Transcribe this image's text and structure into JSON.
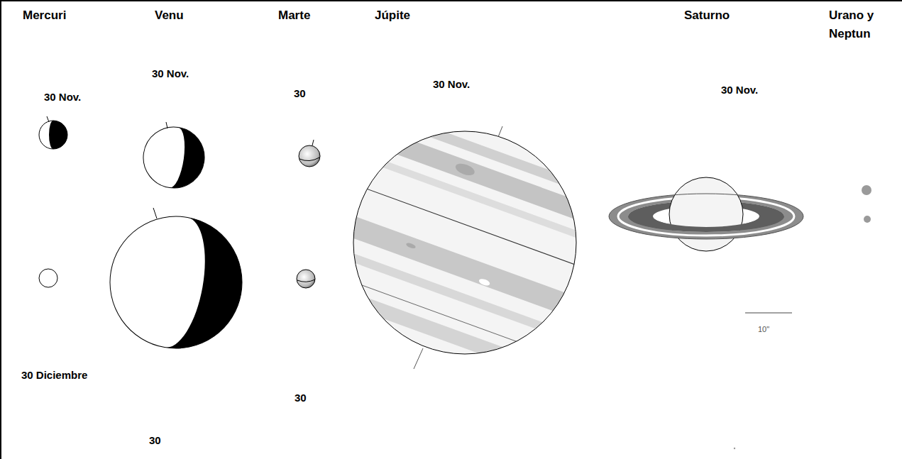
{
  "diagram": {
    "labels": [
      "Mercuri",
      "Venu",
      "Marte",
      "Júpite",
      "Saturno",
      "Urano y Neptun",
      "30 Nov.",
      "30 Nov.",
      "30",
      "30 Nov.",
      "30 Nov.",
      "30 Diciembre",
      "30",
      "30",
      "10\""
    ]
  }
}
